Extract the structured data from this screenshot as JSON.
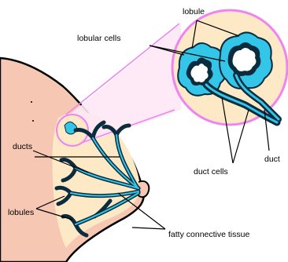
{
  "labels": {
    "lobule": "lobule",
    "lobular_cells": "lobular cells",
    "duct": "duct",
    "duct_cells": "duct cells",
    "ducts": "ducts",
    "lobules": "lobules",
    "fatty_connective_tissue": "fatty connective tissue"
  },
  "colors": {
    "skin": "#f6c7b2",
    "fat": "#fde9c6",
    "lobule_blue": "#34c6e8",
    "duct_dark": "#0b2c3f",
    "zoom_pink": "#ee83f1",
    "zoom_bg": "#fde9c6"
  }
}
